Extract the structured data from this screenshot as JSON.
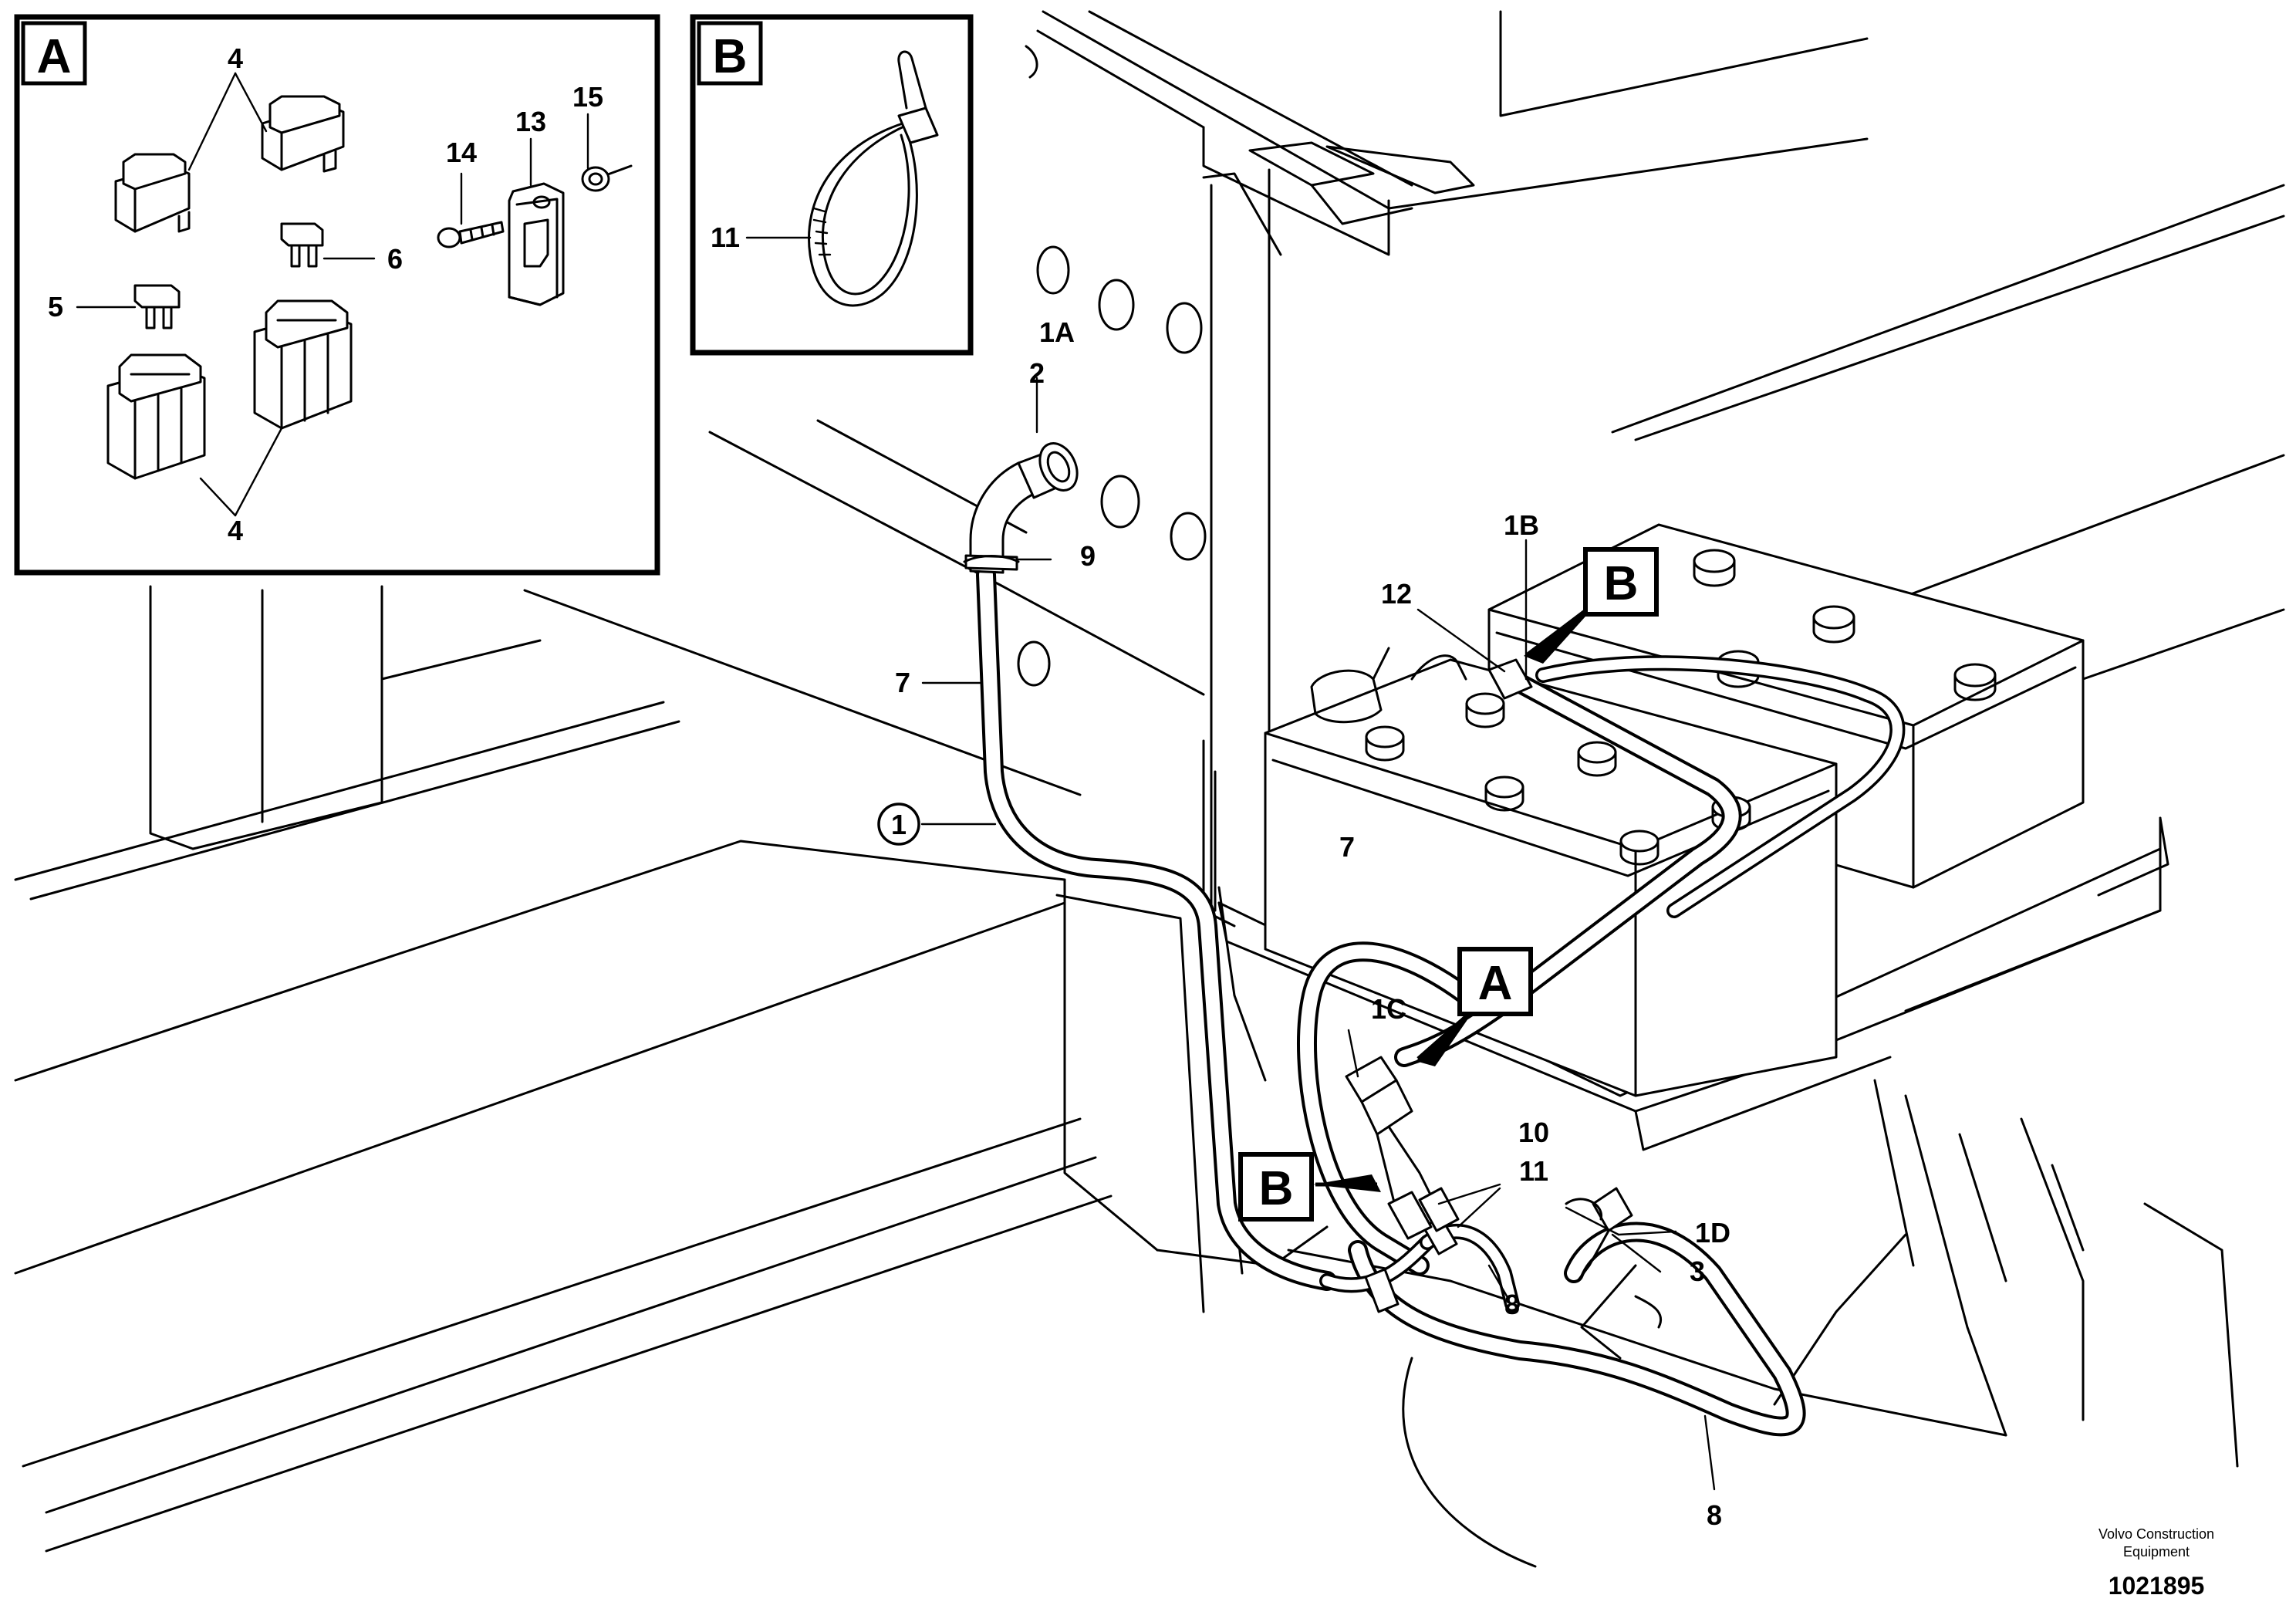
{
  "inset_a": {
    "title": "A",
    "labels": {
      "relay_top": "4",
      "relay_bottom": "4",
      "fuse_small": "5",
      "fuse_right": "6",
      "screw": "14",
      "holder": "13",
      "nut": "15"
    }
  },
  "inset_b": {
    "title": "B",
    "labels": {
      "cable_tie": "11"
    }
  },
  "main": {
    "labels": {
      "grommet_1a": "1A",
      "grommet_2": "2",
      "clamp_9": "9",
      "harness_7_upper": "7",
      "harness_circled_1": "1",
      "terminal_1b": "1B",
      "terminal_12": "12",
      "harness_7_lower": "7",
      "connector_1c": "1C",
      "ref_10": "10",
      "tie_11": "11",
      "connector_1d": "1D",
      "ref_3": "3",
      "harness_8_mid": "8",
      "harness_8_bottom": "8"
    },
    "callouts": {
      "b_top": "B",
      "a_mid": "A",
      "b_lower": "B"
    }
  },
  "footer": {
    "credit_line1": "Volvo Construction",
    "credit_line2": "Equipment",
    "doc_number": "1021895"
  }
}
